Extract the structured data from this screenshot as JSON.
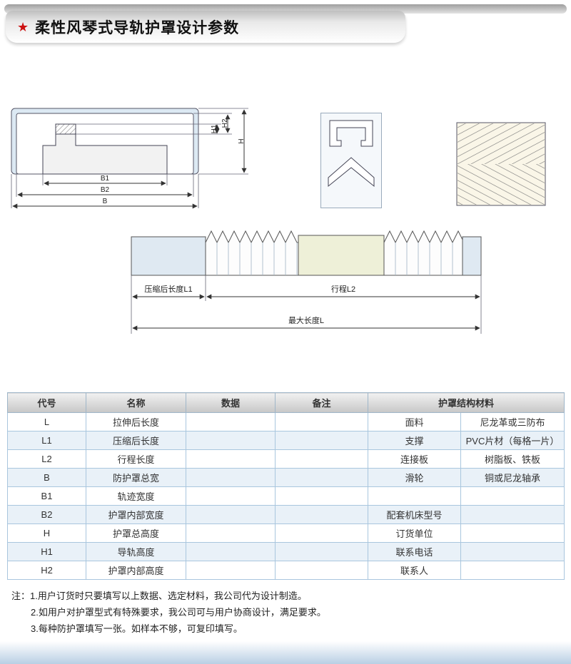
{
  "header": {
    "star": "★",
    "title": "柔性风琴式导轨护罩设计参数"
  },
  "diagram": {
    "dims": {
      "b1": "B1",
      "b2": "B2",
      "b": "B",
      "h1": "H1",
      "h2": "H2",
      "h": "H"
    },
    "bellows": {
      "l1": "压缩后长度L1",
      "l2": "行程L2",
      "l": "最大长度L"
    }
  },
  "table": {
    "headers": [
      "代号",
      "名称",
      "数据",
      "备注",
      "护罩结构材料"
    ],
    "rows": [
      {
        "code": "L",
        "name": "拉伸后长度",
        "data": "",
        "remark": "",
        "mat1": "面料",
        "mat2": "尼龙革或三防布"
      },
      {
        "code": "L1",
        "name": "压缩后长度",
        "data": "",
        "remark": "",
        "mat1": "支撑",
        "mat2": "PVC片材（每格一片）"
      },
      {
        "code": "L2",
        "name": "行程长度",
        "data": "",
        "remark": "",
        "mat1": "连接板",
        "mat2": "树脂板、铁板"
      },
      {
        "code": "B",
        "name": "防护罩总宽",
        "data": "",
        "remark": "",
        "mat1": "滑轮",
        "mat2": "铜或尼龙轴承"
      },
      {
        "code": "B1",
        "name": "轨迹宽度",
        "data": "",
        "remark": "",
        "mat1": "",
        "mat2": ""
      },
      {
        "code": "B2",
        "name": "护罩内部宽度",
        "data": "",
        "remark": "",
        "mat1": "配套机床型号",
        "mat2": ""
      },
      {
        "code": "H",
        "name": "护罩总高度",
        "data": "",
        "remark": "",
        "mat1": "订货单位",
        "mat2": ""
      },
      {
        "code": "H1",
        "name": "导轨高度",
        "data": "",
        "remark": "",
        "mat1": "联系电话",
        "mat2": ""
      },
      {
        "code": "H2",
        "name": "护罩内部高度",
        "data": "",
        "remark": "",
        "mat1": "联系人",
        "mat2": ""
      }
    ]
  },
  "notes": [
    "注：1.用户订货时只要填写以上数据、选定材料，我公司代为设计制造。",
    "2.如用户对护罩型式有特殊要求，我公司可与用户协商设计，满足要求。",
    "3.每种防护罩填写一张。如样本不够，可复印填写。"
  ],
  "colors": {
    "accent_red": "#cc1111",
    "table_border": "#a9c6de",
    "row_alt": "#e9f1f8"
  }
}
